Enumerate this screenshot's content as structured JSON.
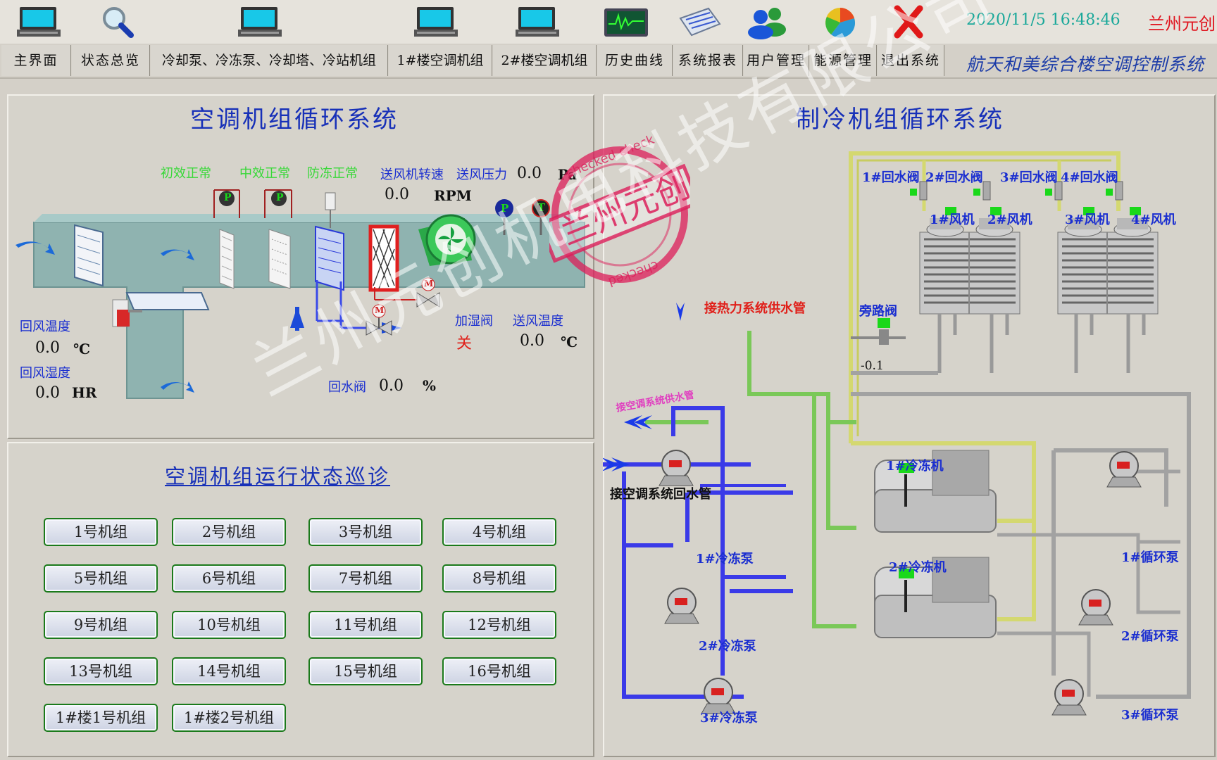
{
  "clock": "2020/11/5 16:48:46",
  "brand": "兰州元创",
  "system_title": "航天和美综合楼空调控制系统",
  "nav": [
    {
      "label": "主界面"
    },
    {
      "label": "状态总览"
    },
    {
      "label": "冷却泵、冷冻泵、冷却塔、冷站机组"
    },
    {
      "label": "1#楼空调机组"
    },
    {
      "label": "2#楼空调机组"
    },
    {
      "label": "历史曲线"
    },
    {
      "label": "系统报表"
    },
    {
      "label": "用户管理"
    },
    {
      "label": "能源管理"
    },
    {
      "label": "退出系统"
    }
  ],
  "ahu": {
    "title": "空调机组循环系统",
    "status": {
      "primary": "初效正常",
      "medium": "中效正常",
      "antifreeze": "防冻正常"
    },
    "fan_speed_label": "送风机转速",
    "fan_speed_value": "0.0",
    "fan_speed_unit": "RPM",
    "supply_pressure_label": "送风压力",
    "supply_pressure_value": "0.0",
    "supply_pressure_unit": "Pa",
    "return_temp_label": "回风温度",
    "return_temp_value": "0.0",
    "return_temp_unit": "℃",
    "return_hum_label": "回风湿度",
    "return_hum_value": "0.0",
    "return_hum_unit": "HR",
    "humidifier_label": "加湿阀",
    "humidifier_state": "关",
    "supply_temp_label": "送风温度",
    "supply_temp_value": "0.0",
    "supply_temp_unit": "℃",
    "return_valve_label": "回水阀",
    "return_valve_value": "0.0",
    "return_valve_unit": "%",
    "sensor_p": "P",
    "sensor_t": "T",
    "motor_m": "M"
  },
  "patrol": {
    "title": "空调机组运行状态巡诊",
    "units": [
      "1号机组",
      "2号机组",
      "3号机组",
      "4号机组",
      "5号机组",
      "6号机组",
      "7号机组",
      "8号机组",
      "9号机组",
      "10号机组",
      "11号机组",
      "12号机组",
      "13号机组",
      "14号机组",
      "15号机组",
      "16号机组",
      "1#楼1号机组",
      "1#楼2号机组"
    ]
  },
  "chiller": {
    "title": "制冷机组循环系统",
    "return_valves": [
      "1#回水阀",
      "2#回水阀",
      "3#回水阀",
      "4#回水阀"
    ],
    "fans": [
      "1#风机",
      "2#风机",
      "3#风机",
      "4#风机"
    ],
    "heat_supply": "接热力系统供水管",
    "bypass_label": "旁路阀",
    "bypass_value": "-0.1",
    "ac_supply": "接空调系统供水管",
    "ac_return": "接空调系统回水管",
    "chillers": [
      "1#冷冻机",
      "2#冷冻机"
    ],
    "freeze_pumps": [
      "1#冷冻泵",
      "2#冷冻泵",
      "3#冷冻泵"
    ],
    "cycle_pumps": [
      "1#循环泵",
      "2#循环泵",
      "3#循环泵"
    ]
  },
  "watermark": "兰州元创机电科技有限公司",
  "stamp": {
    "main": "兰州元创",
    "ring_top": "checked  check",
    "ring_bottom": "checked"
  },
  "colors": {
    "title_blue": "#1730b8",
    "ok_green": "#38d838",
    "alarm_red": "#e0201a",
    "duct": "#8fb3b0"
  }
}
